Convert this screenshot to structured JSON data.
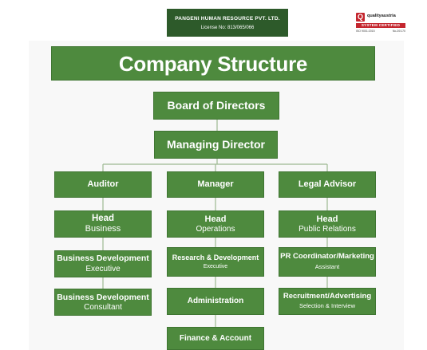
{
  "header": {
    "company": "PANGENI HUMAN RESOURCE PVT. LTD.",
    "license": "License No: 813/065/066"
  },
  "cert": {
    "badge": "Q",
    "brand": "qualityaustria",
    "system": "SYSTEM CERTIFIED",
    "iso": "ISO 9001:2015",
    "number": "No.20/170"
  },
  "title": "Company Structure",
  "board": "Board of Directors",
  "md": "Managing Director",
  "columns": [
    {
      "top": "Auditor",
      "head": {
        "title": "Head",
        "sub": "Business"
      },
      "items": [
        {
          "title": "Business Development",
          "sub": "Executive"
        },
        {
          "title": "Business Development",
          "sub": "Consultant"
        }
      ]
    },
    {
      "top": "Manager",
      "head": {
        "title": "Head",
        "sub": "Operations"
      },
      "items": [
        {
          "title": "Research & Development",
          "sub": "Executive"
        },
        {
          "title": "Administration",
          "sub": ""
        },
        {
          "title": "Finance & Account",
          "sub": ""
        }
      ]
    },
    {
      "top": "Legal Advisor",
      "head": {
        "title": "Head",
        "sub": "Public Relations"
      },
      "items": [
        {
          "title": "PR Coordinator/Marketing",
          "sub": "Assistant"
        },
        {
          "title": "Recruitment/Advertising",
          "sub": "Selection & Interview"
        }
      ]
    }
  ],
  "colors": {
    "box_fill": "#4e8a3e",
    "box_border": "#3f7532",
    "header_fill": "#2d5a2a",
    "connector": "#9db891",
    "cert_red": "#c4262e"
  }
}
